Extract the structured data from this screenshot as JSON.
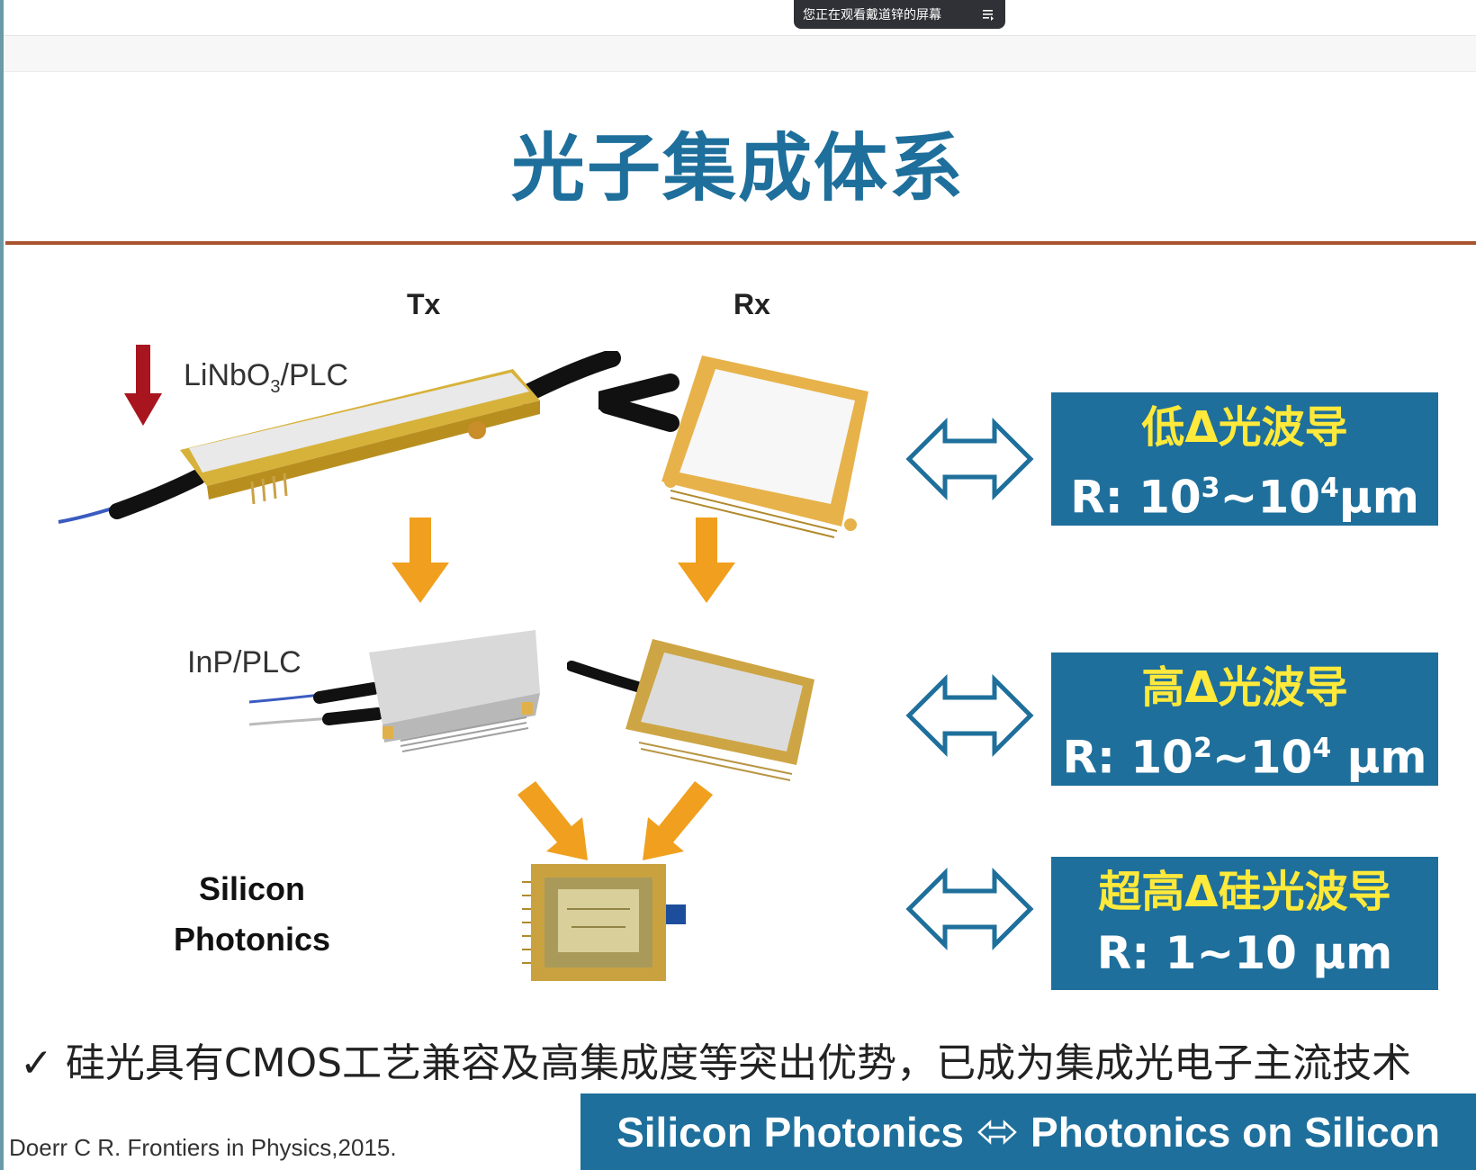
{
  "viewer": {
    "share_notice": "您正在观看戴道锌的屏幕"
  },
  "slide": {
    "title": "光子集成体系",
    "tx_label": "Tx",
    "rx_label": "Rx",
    "tier1_material_main": "LiNbO",
    "tier1_material_sub": "3",
    "tier1_material_tail": "/PLC",
    "tier2_material": "InP/PLC",
    "tier3_line1": "Silicon",
    "tier3_line2": "Photonics",
    "boxes": [
      {
        "cn": "低Δ光波导",
        "r_prefix": "R: 10",
        "r_exp1": "3",
        "r_mid": "~10",
        "r_exp2": "4",
        "r_unit": "μm"
      },
      {
        "cn": "高Δ光波导",
        "r_prefix": "R: 10",
        "r_exp1": "2",
        "r_mid": "~10",
        "r_exp2": "4",
        "r_unit": " μm"
      },
      {
        "cn": "超高Δ硅光波导",
        "r_text": "R: 1~10 μm"
      }
    ],
    "bullet": "✓ 硅光具有CMOS工艺兼容及高集成度等突出优势，已成为集成光电子主流技术",
    "citation": "Doerr C R. Frontiers in Physics,2015.",
    "footer_left": "Silicon Photonics",
    "footer_right": "Photonics on Silicon"
  },
  "colors": {
    "title_blue": "#1e6f9b",
    "box_blue": "#1e6f9b",
    "box_highlight": "#ffe93a",
    "rule_brown": "#a9542f",
    "arrow_orange": "#f0a01e",
    "arrow_red": "#a8151f"
  },
  "icons": {
    "share_menu": "list-icon",
    "down_arrow": "red-down-arrow-icon",
    "flow_arrow": "orange-arrow-icon",
    "compare": "double-arrow-icon"
  }
}
